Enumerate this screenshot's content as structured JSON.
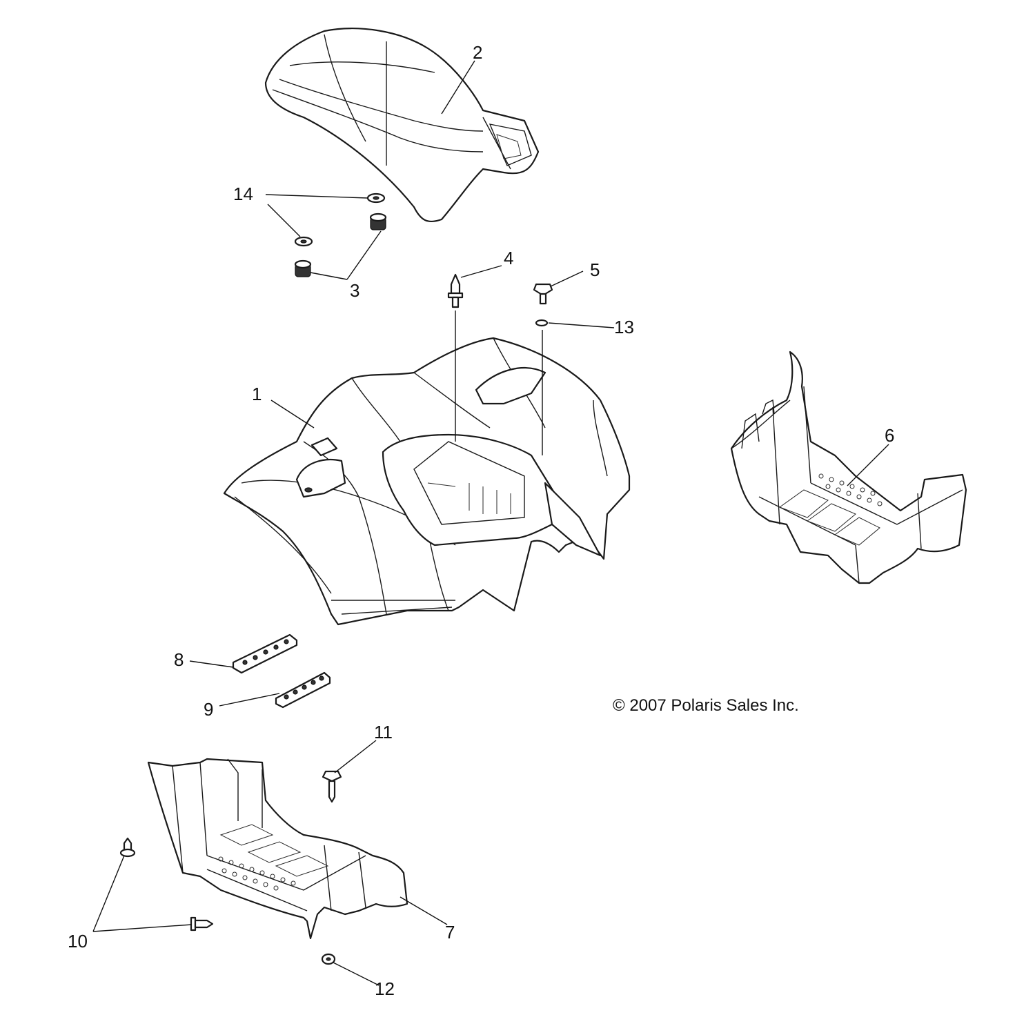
{
  "callouts": {
    "c1": "1",
    "c2": "2",
    "c3": "3",
    "c4": "4",
    "c5": "5",
    "c6": "6",
    "c7": "7",
    "c8": "8",
    "c9": "9",
    "c10": "10",
    "c11": "11",
    "c12": "12",
    "c13": "13",
    "c14": "14"
  },
  "copyright": "© 2007 Polaris Sales Inc."
}
